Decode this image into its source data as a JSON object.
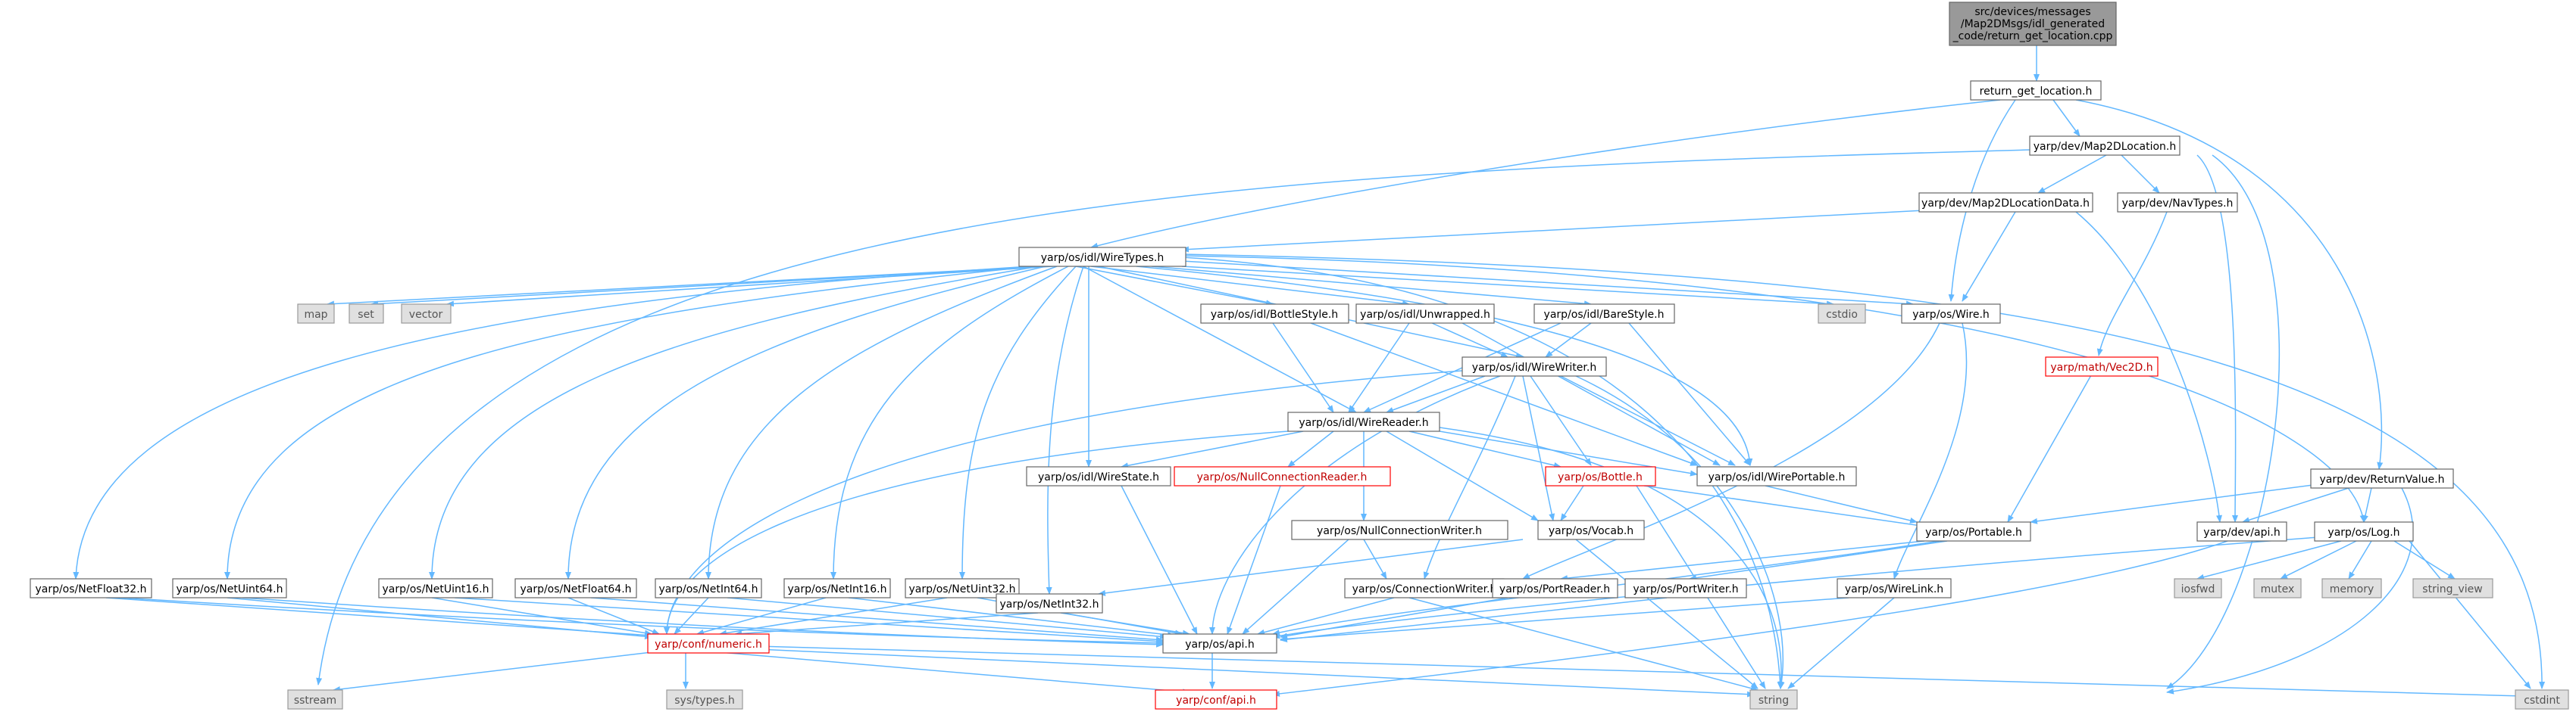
{
  "root": {
    "line1": "src/devices/messages",
    "line2": "/Map2DMsgs/idl_generated",
    "line3": "_code/return_get_location.cpp"
  },
  "nodes": {
    "return_get_location": "return_get_location.h",
    "map2dlocation": "yarp/dev/Map2DLocation.h",
    "map2dlocationdata": "yarp/dev/Map2DLocationData.h",
    "navtypes": "yarp/dev/NavTypes.h",
    "wiretypes": "yarp/os/idl/WireTypes.h",
    "map": "map",
    "set": "set",
    "vector": "vector",
    "bottlestyle": "yarp/os/idl/BottleStyle.h",
    "unwrapped": "yarp/os/idl/Unwrapped.h",
    "barestyle": "yarp/os/idl/BareStyle.h",
    "cstdio": "cstdio",
    "wire": "yarp/os/Wire.h",
    "wirewriter": "yarp/os/idl/WireWriter.h",
    "vec2d": "yarp/math/Vec2D.h",
    "wirereader": "yarp/os/idl/WireReader.h",
    "wirestate": "yarp/os/idl/WireState.h",
    "nullconnreader": "yarp/os/NullConnectionReader.h",
    "bottle": "yarp/os/Bottle.h",
    "wireportable": "yarp/os/idl/WirePortable.h",
    "returnvalue": "yarp/dev/ReturnValue.h",
    "nullconnwriter": "yarp/os/NullConnectionWriter.h",
    "vocab": "yarp/os/Vocab.h",
    "portable": "yarp/os/Portable.h",
    "devapi": "yarp/dev/api.h",
    "log": "yarp/os/Log.h",
    "netfloat32": "yarp/os/NetFloat32.h",
    "netuint64": "yarp/os/NetUint64.h",
    "netuint16": "yarp/os/NetUint16.h",
    "netfloat64": "yarp/os/NetFloat64.h",
    "netint64": "yarp/os/NetInt64.h",
    "netint16": "yarp/os/NetInt16.h",
    "netuint32": "yarp/os/NetUint32.h",
    "netint32": "yarp/os/NetInt32.h",
    "connwriter": "yarp/os/ConnectionWriter.h",
    "portreader": "yarp/os/PortReader.h",
    "portwriter": "yarp/os/PortWriter.h",
    "wirelink": "yarp/os/WireLink.h",
    "iosfwd": "iosfwd",
    "mutex": "mutex",
    "memory": "memory",
    "string_view": "string_view",
    "numeric": "yarp/conf/numeric.h",
    "osapi": "yarp/os/api.h",
    "sstream": "sstream",
    "systypes": "sys/types.h",
    "confapi": "yarp/conf/api.h",
    "string": "string",
    "cstdint": "cstdint"
  },
  "colors": {
    "edge": "#63b8ff",
    "highlight": "#ff0000",
    "root_fill": "#999999",
    "external_fill": "#e0e0e0"
  }
}
